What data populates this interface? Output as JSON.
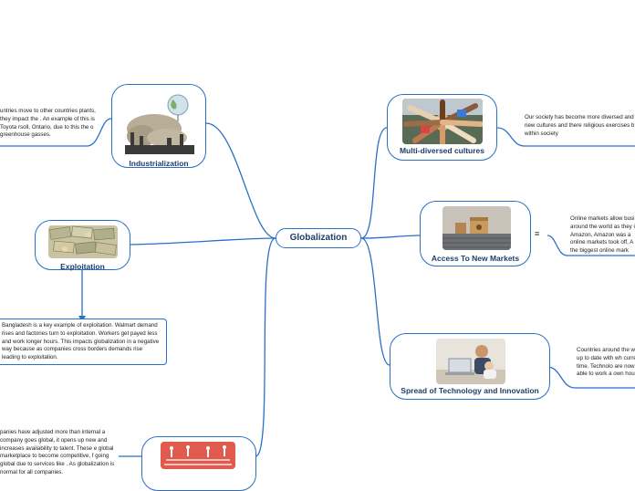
{
  "central": {
    "label": "Globalization"
  },
  "right": [
    {
      "label": "Multi-diversed cultures",
      "note": "Our society has become more diversed and new cultures and there religious exercises b within society"
    },
    {
      "label": "Access To New Markets",
      "menu_icon": "≡",
      "note": "Online markets allow busi around the world as they is Amazon, Amazon was a online markets took off, A of the biggest online mark"
    },
    {
      "label": "Spread of Technology and Innovation",
      "note": "Countries around the w are up to date with wh current time. Technolo are now able to work a own house."
    }
  ],
  "left": [
    {
      "label": "Industrialization",
      "note": "untries move to other countries plants, they impact the . An example of this is Toyota rsoll, Ontario, due to this the o greenhouse gasses."
    },
    {
      "label": "Exploitation",
      "note": "Bangladesh is a key example of exploitation. Walmart demand rises and factories turn to exploitation. Workers get payed less and work longer hours. This impacts globalization in a negative way because as companies cross borders demands rise leading to exploitation."
    },
    {
      "label": "",
      "note": "panies have adjusted more than internal a company goes global, it opens up new and increases availability to talent. These e global marketplace to become competitive, f going global due to services like . As globalization is normal for all companies."
    }
  ],
  "colors": {
    "border": "#2a6fc7",
    "text": "#1d3f6a",
    "line": "#2a6fc7"
  }
}
